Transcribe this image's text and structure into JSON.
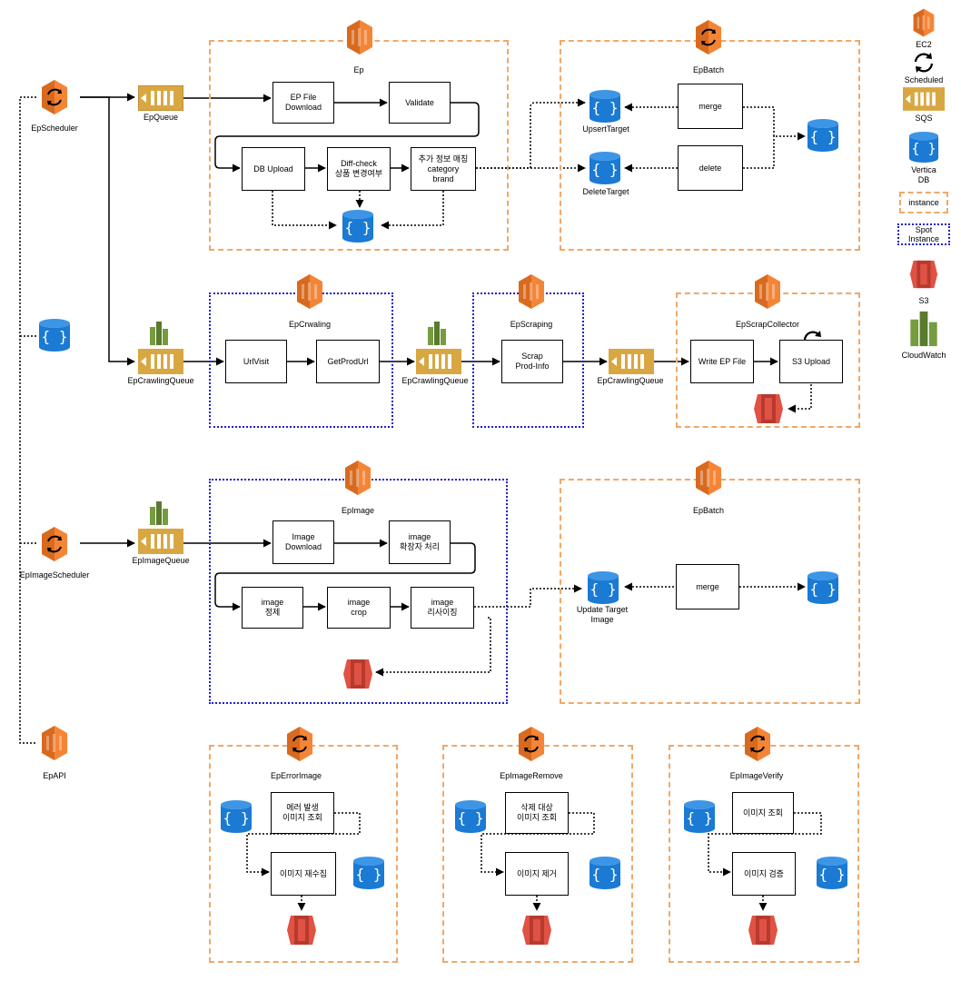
{
  "legend": {
    "ec2": "EC2",
    "scheduled": "Scheduled",
    "sqs": "SQS",
    "vertica": "Vertica DB",
    "instance": "instance",
    "spot": "Spot\nInstance",
    "s3": "S3",
    "cloudwatch": "CloudWatch"
  },
  "left": {
    "ep_scheduler": "EpScheduler",
    "ep_image_scheduler": "EpImageScheduler",
    "ep_api": "EpAPI"
  },
  "queues": {
    "ep_queue": "EpQueue",
    "ep_crawling_queue_1": "EpCrawlingQueue",
    "ep_crawling_queue_2": "EpCrawlingQueue",
    "ep_crawling_queue_3": "EpCrawlingQueue",
    "ep_image_queue": "EpImageQueue"
  },
  "ep": {
    "title": "Ep",
    "file_download": "EP File\nDownload",
    "validate": "Validate",
    "db_upload": "DB Upload",
    "diff_check": "Diff-check\n상품 변경여부",
    "extra_info": "추가 정보 매칭\ncategory\nbrand"
  },
  "ep_batch_1": {
    "title": "EpBatch",
    "upsert_target": "UpsertTarget",
    "delete_target": "DeleteTarget",
    "merge": "merge",
    "delete": "delete"
  },
  "ep_crawling": {
    "title": "EpCrwaling",
    "url_visit": "UrlVisit",
    "get_prod_url": "GetProdUrl"
  },
  "ep_scraping": {
    "title": "EpScraping",
    "scrap": "Scrap\nProd-Info"
  },
  "ep_scrap_collector": {
    "title": "EpScrapCollector",
    "write": "Write EP File",
    "s3_upload": "S3 Upload"
  },
  "ep_image": {
    "title": "EpImage",
    "image_download": "Image\nDownload",
    "ext": "image\n확장자 처리",
    "refine": "image\n정제",
    "crop": "image\ncrop",
    "resize": "image\n리사이징"
  },
  "ep_batch_2": {
    "title": "EpBatch",
    "update_target": "Update Target\nImage",
    "merge": "merge"
  },
  "ep_error_image": {
    "title": "EpErrorImage",
    "query": "에러 발생\n이미지 조회",
    "recollect": "이미지 재수집"
  },
  "ep_image_remove": {
    "title": "EpImageRemove",
    "query": "삭제 대상\n이미지 조회",
    "remove": "이미지 제거"
  },
  "ep_image_verify": {
    "title": "EpImageVerify",
    "query": "이미지 조회",
    "verify": "이미지 검증"
  },
  "colors": {
    "ec2": "#f58536",
    "sqs": "#d9a741",
    "db": "#1a7ad4",
    "s3": "#e05243",
    "cloudwatch": "#759c3e",
    "instance_border": "#f0a868",
    "spot_border": "#1f1fd0"
  }
}
